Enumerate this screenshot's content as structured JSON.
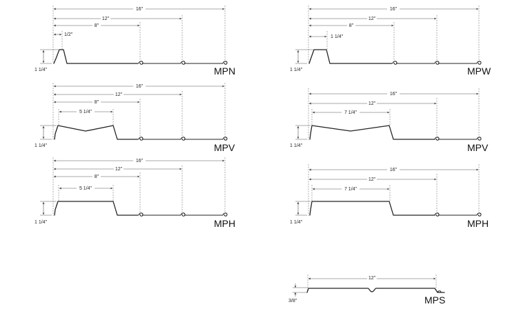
{
  "panels": {
    "mpn": {
      "name": "MPN",
      "dims": {
        "overall": "16\"",
        "mid": "12\"",
        "inner": "8\"",
        "rib": "1/2\"",
        "height": "1 1/4\""
      }
    },
    "mpw": {
      "name": "MPW",
      "dims": {
        "overall": "16\"",
        "mid": "12\"",
        "inner": "8\"",
        "rib": "1 1/4\"",
        "height": "1 1/4\""
      }
    },
    "mpv_left": {
      "name": "MPV",
      "dims": {
        "overall": "16\"",
        "mid": "12\"",
        "inner": "8\"",
        "rib": "5 1/4\"",
        "height": "1 1/4\""
      }
    },
    "mpv_right": {
      "name": "MPV",
      "dims": {
        "overall": "16\"",
        "mid": "12\"",
        "rib": "7 1/4\"",
        "height": "1 1/4\""
      }
    },
    "mph_left": {
      "name": "MPH",
      "dims": {
        "overall": "16\"",
        "mid": "12\"",
        "inner": "8\"",
        "rib": "5 1/4\"",
        "height": "1 1/4\""
      }
    },
    "mph_right": {
      "name": "MPH",
      "dims": {
        "overall": "16\"",
        "mid": "12\"",
        "rib": "7 1/4\"",
        "height": "1 1/4\""
      }
    },
    "mps": {
      "name": "MPS",
      "dims": {
        "overall": "12\"",
        "height": "3/8\""
      }
    }
  }
}
